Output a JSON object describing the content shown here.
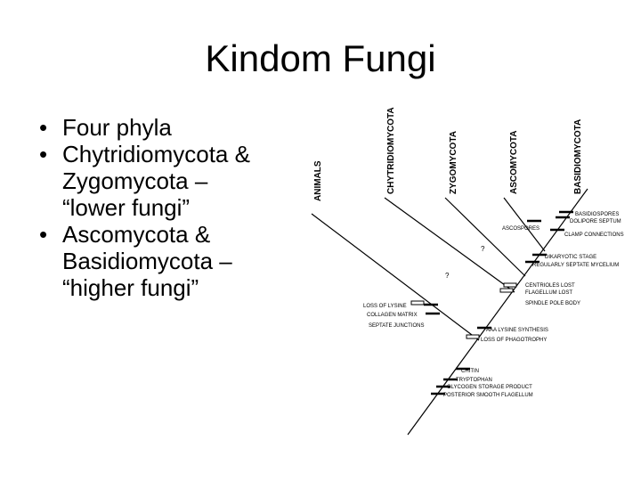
{
  "title": "Kindom Fungi",
  "bullets": [
    {
      "lines": [
        "Four phyla"
      ]
    },
    {
      "lines": [
        "Chytridiomycota &",
        "Zygomycota –",
        "“lower fungi”"
      ]
    },
    {
      "lines": [
        "Ascomycota &",
        "Basidiomycota –",
        "“higher fungi”"
      ]
    }
  ],
  "bullet_glyph": "•",
  "diagram": {
    "taxa": [
      "ANIMALS",
      "CHYTRIDIOMYCOTA",
      "ZYGOMYCOTA",
      "ASCOMYCOTA",
      "BASIDIOMYCOTA"
    ],
    "characters": {
      "basidiospores": "BASIDIOSPORES",
      "dolipore_septum": "DOLIPORE SEPTUM",
      "ascospores": "ASCOSPORES",
      "clamp_connections": "CLAMP CONNECTIONS",
      "dikaryotic_stage": "DIKARYOTIC STAGE",
      "regularly_septate_mycelium": "REGULARLY SEPTATE MYCELIUM",
      "centrioles_lost": "CENTRIOLES LOST",
      "flagellum_lost": "FLAGELLUM LOST",
      "spindle_pole_body": "SPINDLE POLE BODY",
      "loss_of_lysine": "LOSS OF LYSINE",
      "collagen_matrix": "COLLAGEN MATRIX",
      "septate_junctions": "SEPTATE JUNCTIONS",
      "aaa_lysine_synthesis": "AAA LYSINE SYNTHESIS",
      "loss_of_phagotrophy": "LOSS OF PHAGOTROPHY",
      "chitin": "CHITIN",
      "tryptophan": "TRYPTOPHAN",
      "glycogen_storage_product": "GLYCOGEN STORAGE PRODUCT",
      "posterior_smooth_flagellum": "POSTERIOR SMOOTH FLAGELLUM"
    },
    "question_mark": "?"
  }
}
